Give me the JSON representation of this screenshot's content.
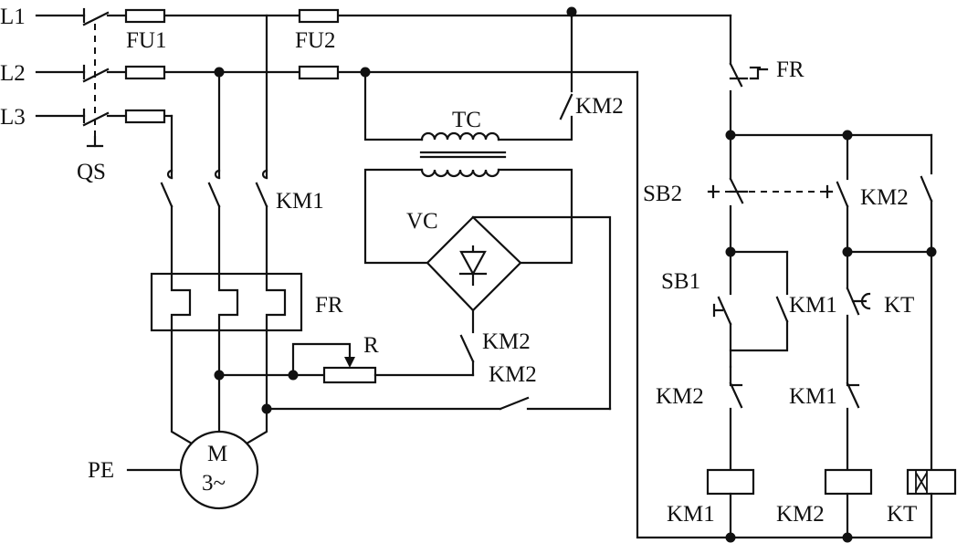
{
  "labels": {
    "l1": "L1",
    "l2": "L2",
    "l3": "L3",
    "qs": "QS",
    "fu1": "FU1",
    "fu2": "FU2",
    "km1_main": "KM1",
    "fr_relay": "FR",
    "tc": "TC",
    "vc": "VC",
    "r": "R",
    "km2_aux": "KM2",
    "km2_dc": "KM2",
    "km2_brake": "KM2",
    "motor_m": "M",
    "motor_phase": "3~",
    "pe": "PE",
    "fr_contact": "FR",
    "sb2": "SB2",
    "km2_hold": "KM2",
    "sb1": "SB1",
    "km1_aux": "KM1",
    "kt_contact": "KT",
    "km2_interlock": "KM2",
    "km1_interlock": "KM1",
    "coil_km1": "KM1",
    "coil_km2": "KM2",
    "coil_kt": "KT"
  },
  "colors": {
    "line": "#111111",
    "background": "#ffffff"
  }
}
